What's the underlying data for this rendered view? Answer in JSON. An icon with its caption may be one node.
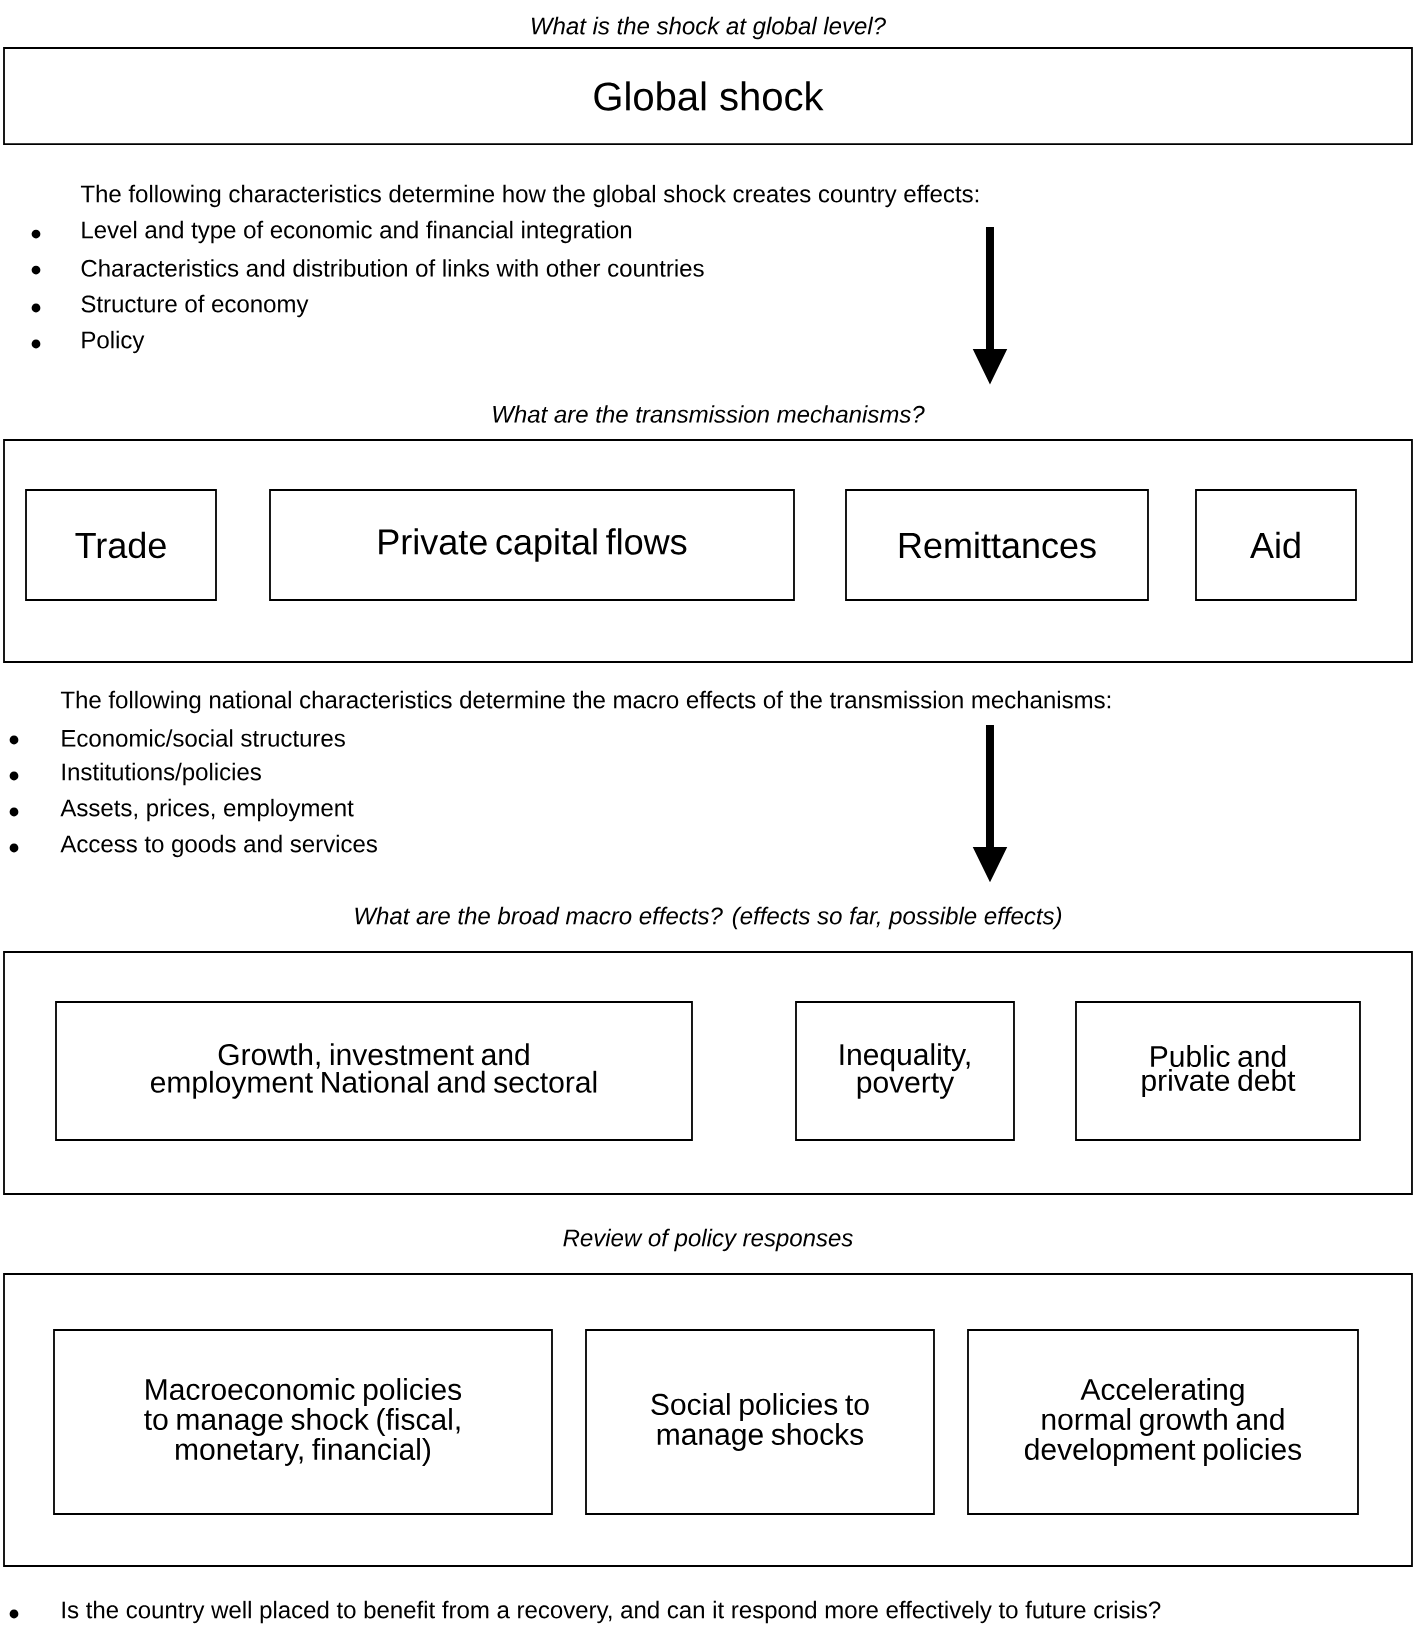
{
  "diagram": {
    "nodes": [
      {
        "text": [
          "What is the shock at global level?",
          "Global shock"
        ]
      },
      {
        "text": [
          "What are the transmission mechanisms?"
        ]
      },
      {
        "text": [
          "Trade"
        ],
        "in": 1
      },
      {
        "text": [
          "Private capital flows"
        ],
        "in": 1
      },
      {
        "text": [
          "Remittances"
        ],
        "in": 1
      },
      {
        "text": [
          "Aid"
        ],
        "in": 1
      },
      {
        "text": [
          "What are the broad macro effects? (effects so far, possible effects)"
        ]
      },
      {
        "text": [
          "Growth, investment and employment National and sectoral"
        ],
        "in": 6
      },
      {
        "text": [
          "Inequality, poverty"
        ],
        "in": 6
      },
      {
        "text": [
          "Public and private debt"
        ],
        "in": 6
      },
      {
        "text": [
          "Review of policy responses"
        ]
      },
      {
        "text": [
          "Macroeconomic policies to manage shock (fiscal, monetary, financial)"
        ],
        "in": 10
      },
      {
        "text": [
          "Social policies to manage shocks"
        ],
        "in": 10
      },
      {
        "text": [
          "Accelerating normal growth and development policies"
        ],
        "in": 10
      }
    ],
    "edges": [
      {
        "from": 0,
        "to": 1,
        "arrow": "to"
      },
      {
        "from": 1,
        "to": 6,
        "arrow": "to"
      }
    ],
    "labels": [
      "The following characteristics determine how the global shock creates country effects:",
      "Level and type of economic and financial integration",
      "Characteristics and distribution of links with other countries",
      "Structure of economy",
      "Policy",
      "The following national characteristics determine the macro effects of the transmission mechanisms:",
      "Economic/social structures",
      "Institutions/policies",
      "Assets, prices, employment",
      "Access to goods and services",
      "Is the country well placed to benefit from a recovery, and can it respond more effectively to future crisis?"
    ]
  }
}
